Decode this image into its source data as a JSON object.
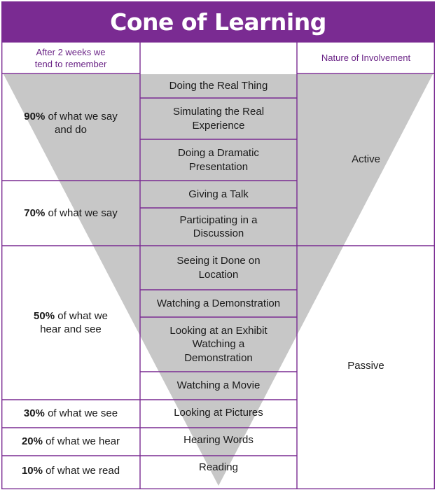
{
  "title": "Cone of Learning",
  "headers": {
    "left": "After 2 weeks we tend to remember",
    "right": "Nature of Involvement"
  },
  "remember": [
    {
      "percent": "90%",
      "text": "of what we say and do"
    },
    {
      "percent": "70%",
      "text": "of what we say"
    },
    {
      "percent": "50%",
      "text": "of what we hear and see"
    },
    {
      "percent": "30%",
      "text": "of what we see"
    },
    {
      "percent": "20%",
      "text": "of what we hear"
    },
    {
      "percent": "10%",
      "text": "of what we read"
    }
  ],
  "activities": [
    "Doing the Real Thing",
    "Simulating the Real Experience",
    "Doing a Dramatic Presentation",
    "Giving a Talk",
    "Participating in a Discussion",
    "Seeing it Done on Location",
    "Watching a Demonstration",
    "Looking at an Exhibit Watching a Demonstration",
    "Watching a Movie",
    "Looking at Pictures",
    "Hearing Words",
    "Reading"
  ],
  "involvement": [
    "Active",
    "Passive"
  ],
  "colors": {
    "purple": "#7a2b92",
    "cone_gray": "#c7c7c7",
    "header_text": "#6a2386"
  }
}
